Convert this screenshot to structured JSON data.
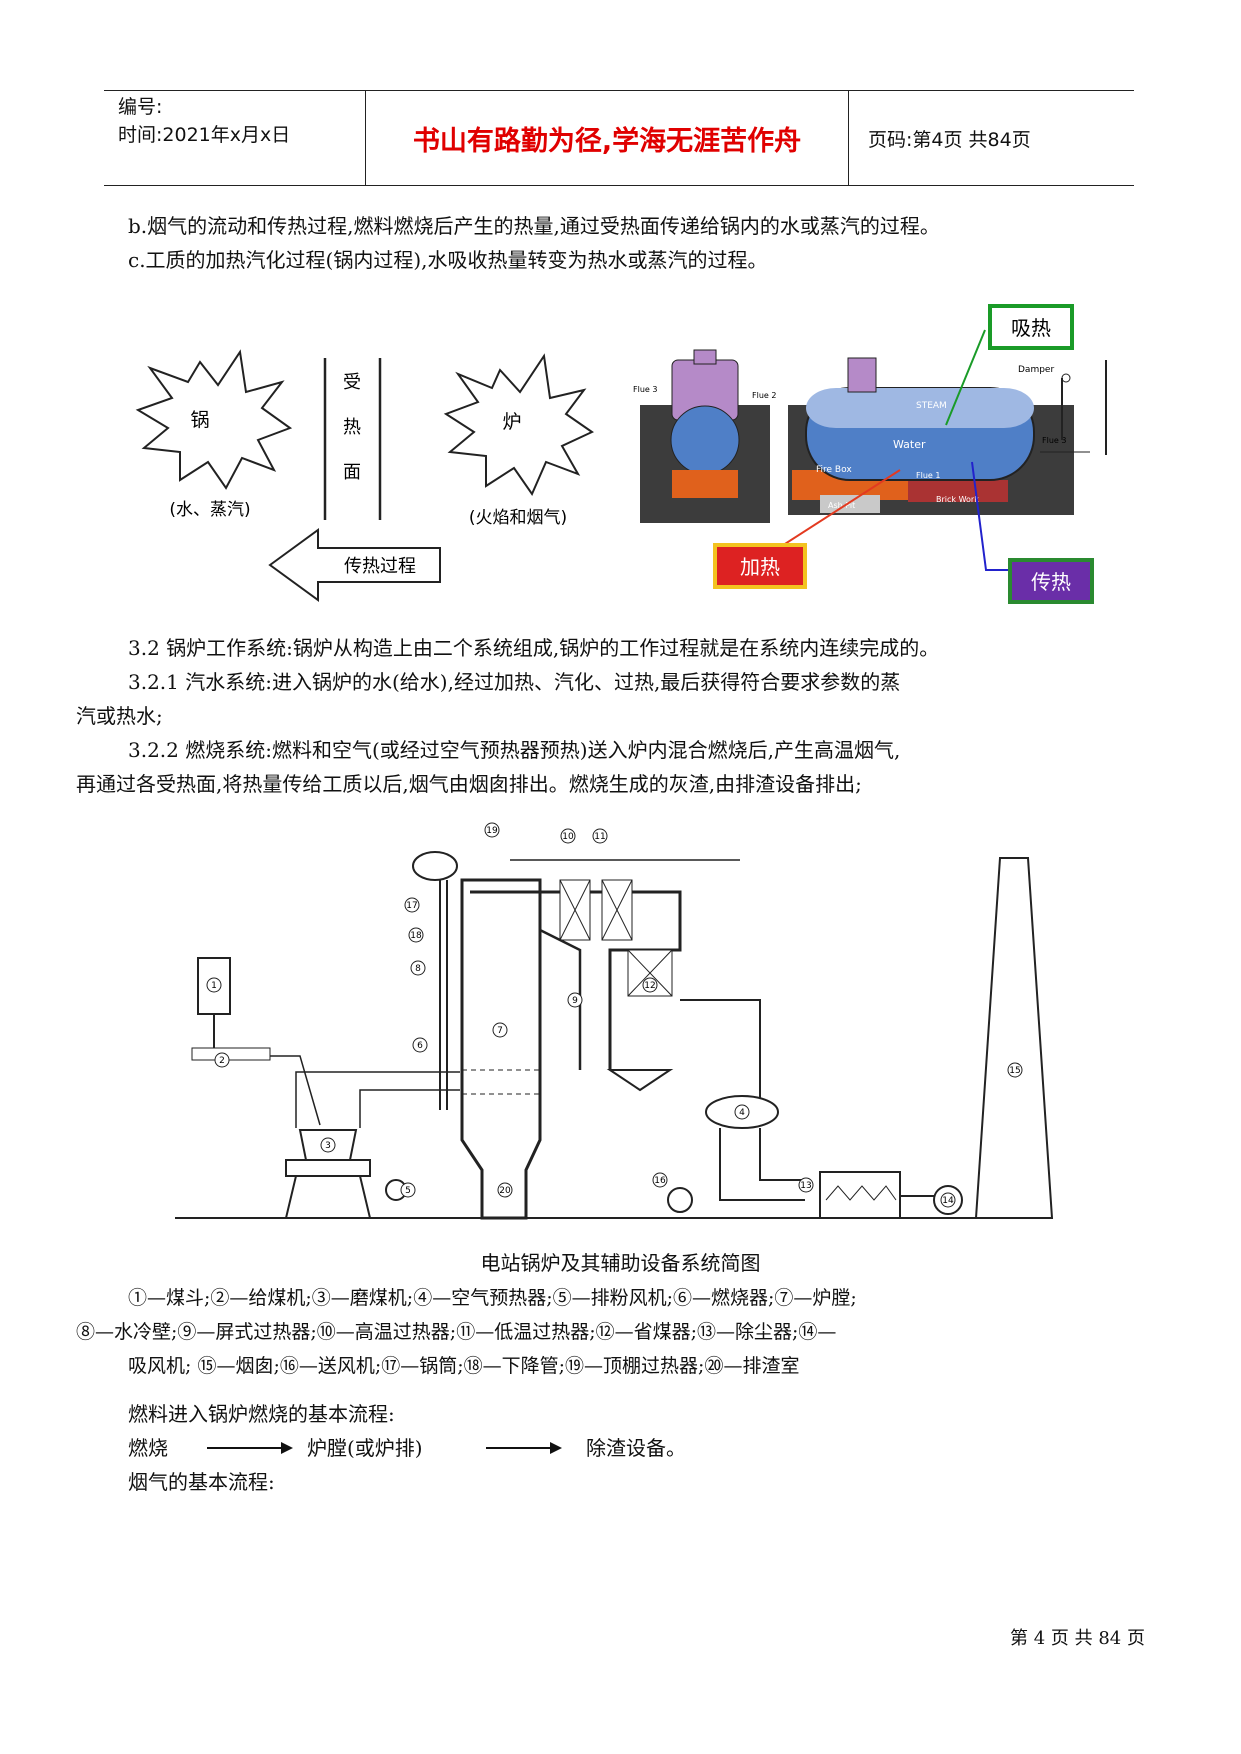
{
  "header": {
    "serial_label": "编号:",
    "date_label": "时间:2021年x月x日",
    "motto": "书山有路勤为径,学海无涯苦作舟",
    "page_label": "页码:第4页 共84页"
  },
  "paragraphs": {
    "b": "b.烟气的流动和传热过程,燃料燃烧后产生的热量,通过受热面传递给锅内的水或蒸汽的过程。",
    "c": "c.工质的加热汽化过程(锅内过程),水吸收热量转变为热水或蒸汽的过程。",
    "s32": "3.2 锅炉工作系统:锅炉从构造上由二个系统组成,锅炉的工作过程就是在系统内连续完成的。",
    "s321_a": "3.2.1 汽水系统:进入锅炉的水(给水),经过加热、汽化、过热,最后获得符合要求参数的蒸",
    "s321_b": "汽或热水;",
    "s322_a": "3.2.2 燃烧系统:燃料和空气(或经过空气预热器预热)送入炉内混合燃烧后,产生高温烟气,",
    "s322_b": "再通过各受热面,将热量传给工质以后,烟气由烟囱排出。燃烧生成的灰渣,由排渣设备排出;"
  },
  "figure1": {
    "guo": "锅",
    "guo_sub": "(水、蒸汽)",
    "surface": [
      "受",
      "热",
      "面"
    ],
    "lu": "炉",
    "lu_sub": "(火焰和烟气)",
    "transfer": "传热过程",
    "absorb": "吸热",
    "heating": "加热",
    "conduct": "传热",
    "flue3": "Flue 3",
    "flue2": "Flue 2",
    "flue1": "Flue 1",
    "flue_out": "Flue 3",
    "steam": "STEAM",
    "water": "Water",
    "firebox": "Fire Box",
    "ashpit": "Ash Pit",
    "brick": "Brick Work",
    "damper": "Damper"
  },
  "figure2": {
    "caption": "电站锅炉及其辅助设备系统简图",
    "legend_1": "①—煤斗;②—给煤机;③—磨煤机;④—空气预热器;⑤—排粉风机;⑥—燃烧器;⑦—炉膛;",
    "legend_2": "⑧—水冷壁;⑨—屏式过热器;⑩—高温过热器;⑪—低温过热器;⑫—省煤器;⑬—除尘器;⑭—",
    "legend_3": "吸风机;  ⑮—烟囱;⑯—送风机;⑰—锅筒;⑱—下降管;⑲—顶棚过热器;⑳—排渣室",
    "nums": [
      "1",
      "2",
      "3",
      "4",
      "5",
      "6",
      "7",
      "8",
      "9",
      "10",
      "11",
      "12",
      "13",
      "14",
      "15",
      "16",
      "17",
      "18",
      "19",
      "20"
    ]
  },
  "flow": {
    "intro": "燃料进入锅炉燃烧的基本流程:",
    "step1": "燃烧",
    "step2": "炉膛(或炉排)",
    "step3": "除渣设备。",
    "gas": "烟气的基本流程:"
  },
  "footer": "第 4 页 共 84 页"
}
